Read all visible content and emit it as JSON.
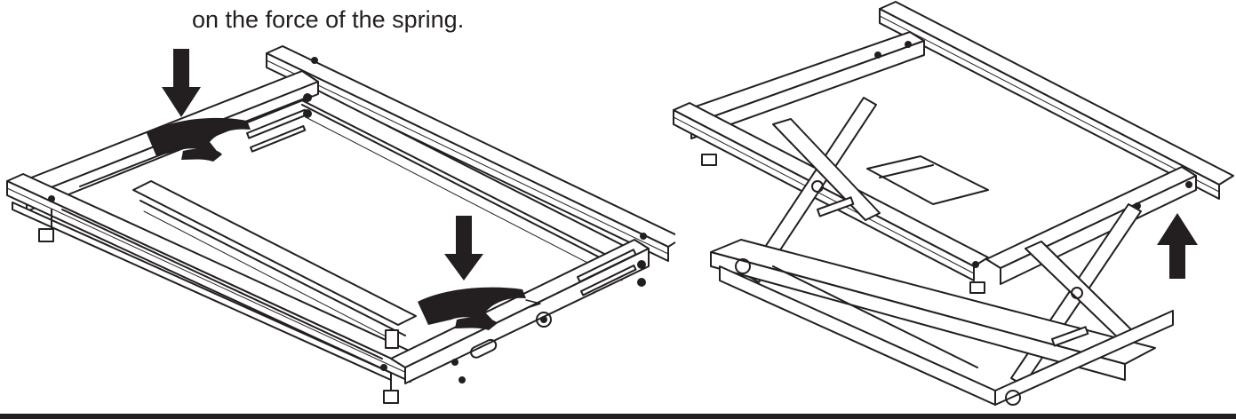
{
  "text": {
    "caption_partial_line": "",
    "caption_line": "on the force of the spring."
  },
  "figures": {
    "left": {
      "arrows": [
        {
          "direction": "down"
        },
        {
          "direction": "down"
        }
      ]
    },
    "right": {
      "arrows": [
        {
          "direction": "up"
        }
      ]
    }
  },
  "colors": {
    "ink": "#231f20",
    "paper": "#ffffff"
  }
}
